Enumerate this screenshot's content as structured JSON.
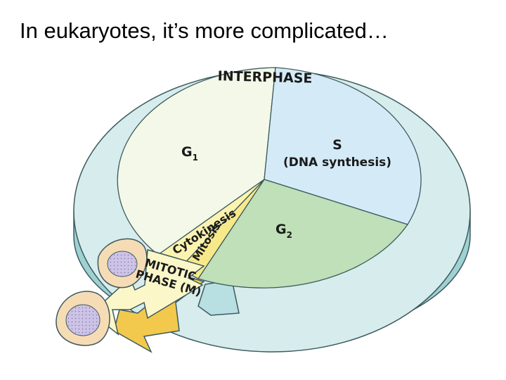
{
  "slide": {
    "title": "In eukaryotes, it’s more complicated…"
  },
  "diagram": {
    "ring_label": "INTERPHASE",
    "g1": {
      "letter": "G",
      "subscript": "1"
    },
    "s": {
      "letter": "S",
      "description": "(DNA synthesis)"
    },
    "g2": {
      "letter": "G",
      "subscript": "2"
    },
    "cytokinesis": "Cytokinesis",
    "mitosis": "Mitosis",
    "mitotic_line1": "MITOTIC",
    "mitotic_line2": "PHASE (M)"
  },
  "colors": {
    "ring_face": "#d7ecec",
    "ring_side": "#9fd1d3",
    "g1_face": "#f3f8e8",
    "s_face": "#d4ebf7",
    "g2_face": "#bfe0b8",
    "wedge_yellow": "#f7e98a",
    "arrow_fill": "#fbf7c9",
    "arrow_side": "#f2c94c",
    "cell_outer": "#f6dcb5",
    "nucleus": "#cdc3e6",
    "outline": "#3c5a5e"
  },
  "icons": [
    "parent-cell-icon",
    "daughter-cell-icon",
    "progression-arrow-icon"
  ]
}
